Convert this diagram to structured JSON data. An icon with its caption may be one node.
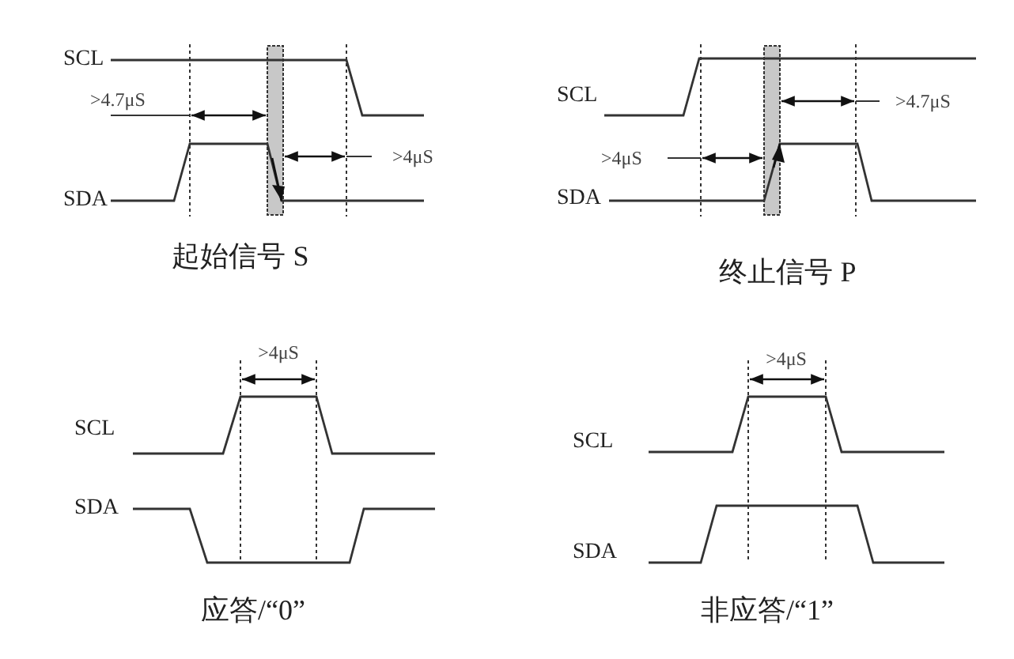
{
  "diagram": {
    "labels": [
      "SCL",
      ">4.7μS",
      ">4μS",
      "SDA",
      "起始信号 S",
      "SCL",
      ">4.7μS",
      ">4μS",
      "SDA",
      "终止信号 P",
      ">4μS",
      "SCL",
      "SDA",
      "应答/“0”",
      ">4μS",
      "SCL",
      "SDA",
      "非应答/“1”"
    ]
  }
}
